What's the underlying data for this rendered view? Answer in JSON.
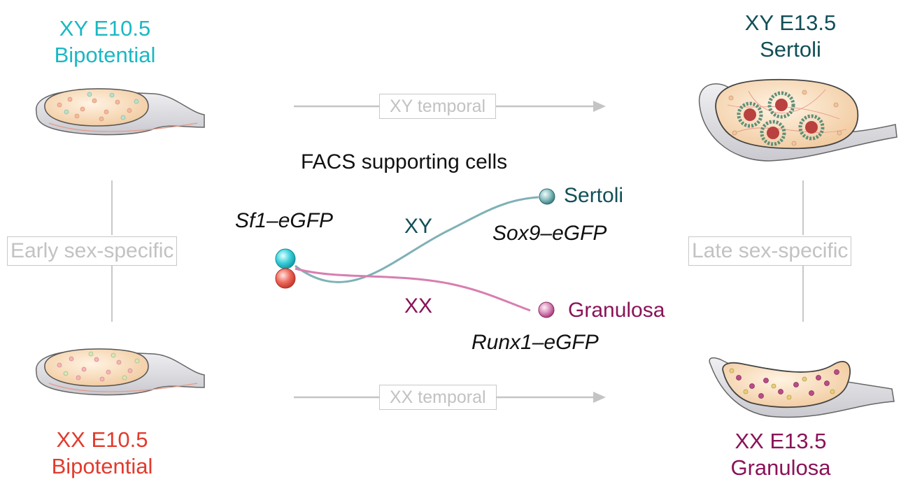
{
  "stages": {
    "xy_e105": {
      "line1": "XY E10.5",
      "line2": "Bipotential",
      "color": "#1ab8c4"
    },
    "xx_e105": {
      "line1": "XX E10.5",
      "line2": "Bipotential",
      "color": "#e23a2c"
    },
    "xy_e135": {
      "line1": "XY E13.5",
      "line2": "Sertoli",
      "color": "#124f57"
    },
    "xx_e135": {
      "line1": "XX E13.5",
      "line2": "Granulosa",
      "color": "#8a1358"
    }
  },
  "comparisons": {
    "xy_temporal": "XY temporal",
    "xx_temporal": "XX temporal",
    "early_sex_specific": "Early sex-specific",
    "late_sex_specific": "Late sex-specific"
  },
  "center": {
    "title": "FACS supporting cells",
    "progenitor_reporter": "Sf1–eGFP",
    "xy_branch": "XY",
    "xx_branch": "XX",
    "sertoli_label": "Sertoli",
    "sertoli_reporter": "Sox9–eGFP",
    "granulosa_label": "Granulosa",
    "granulosa_reporter": "Runx1–eGFP"
  },
  "colors": {
    "gray_line": "#c4c4c4",
    "xy_line": "#7fb1b6",
    "xx_line": "#d77fb0",
    "gonad_fill": "#f7dcbc",
    "mesonephros": "#dfdfe3"
  }
}
